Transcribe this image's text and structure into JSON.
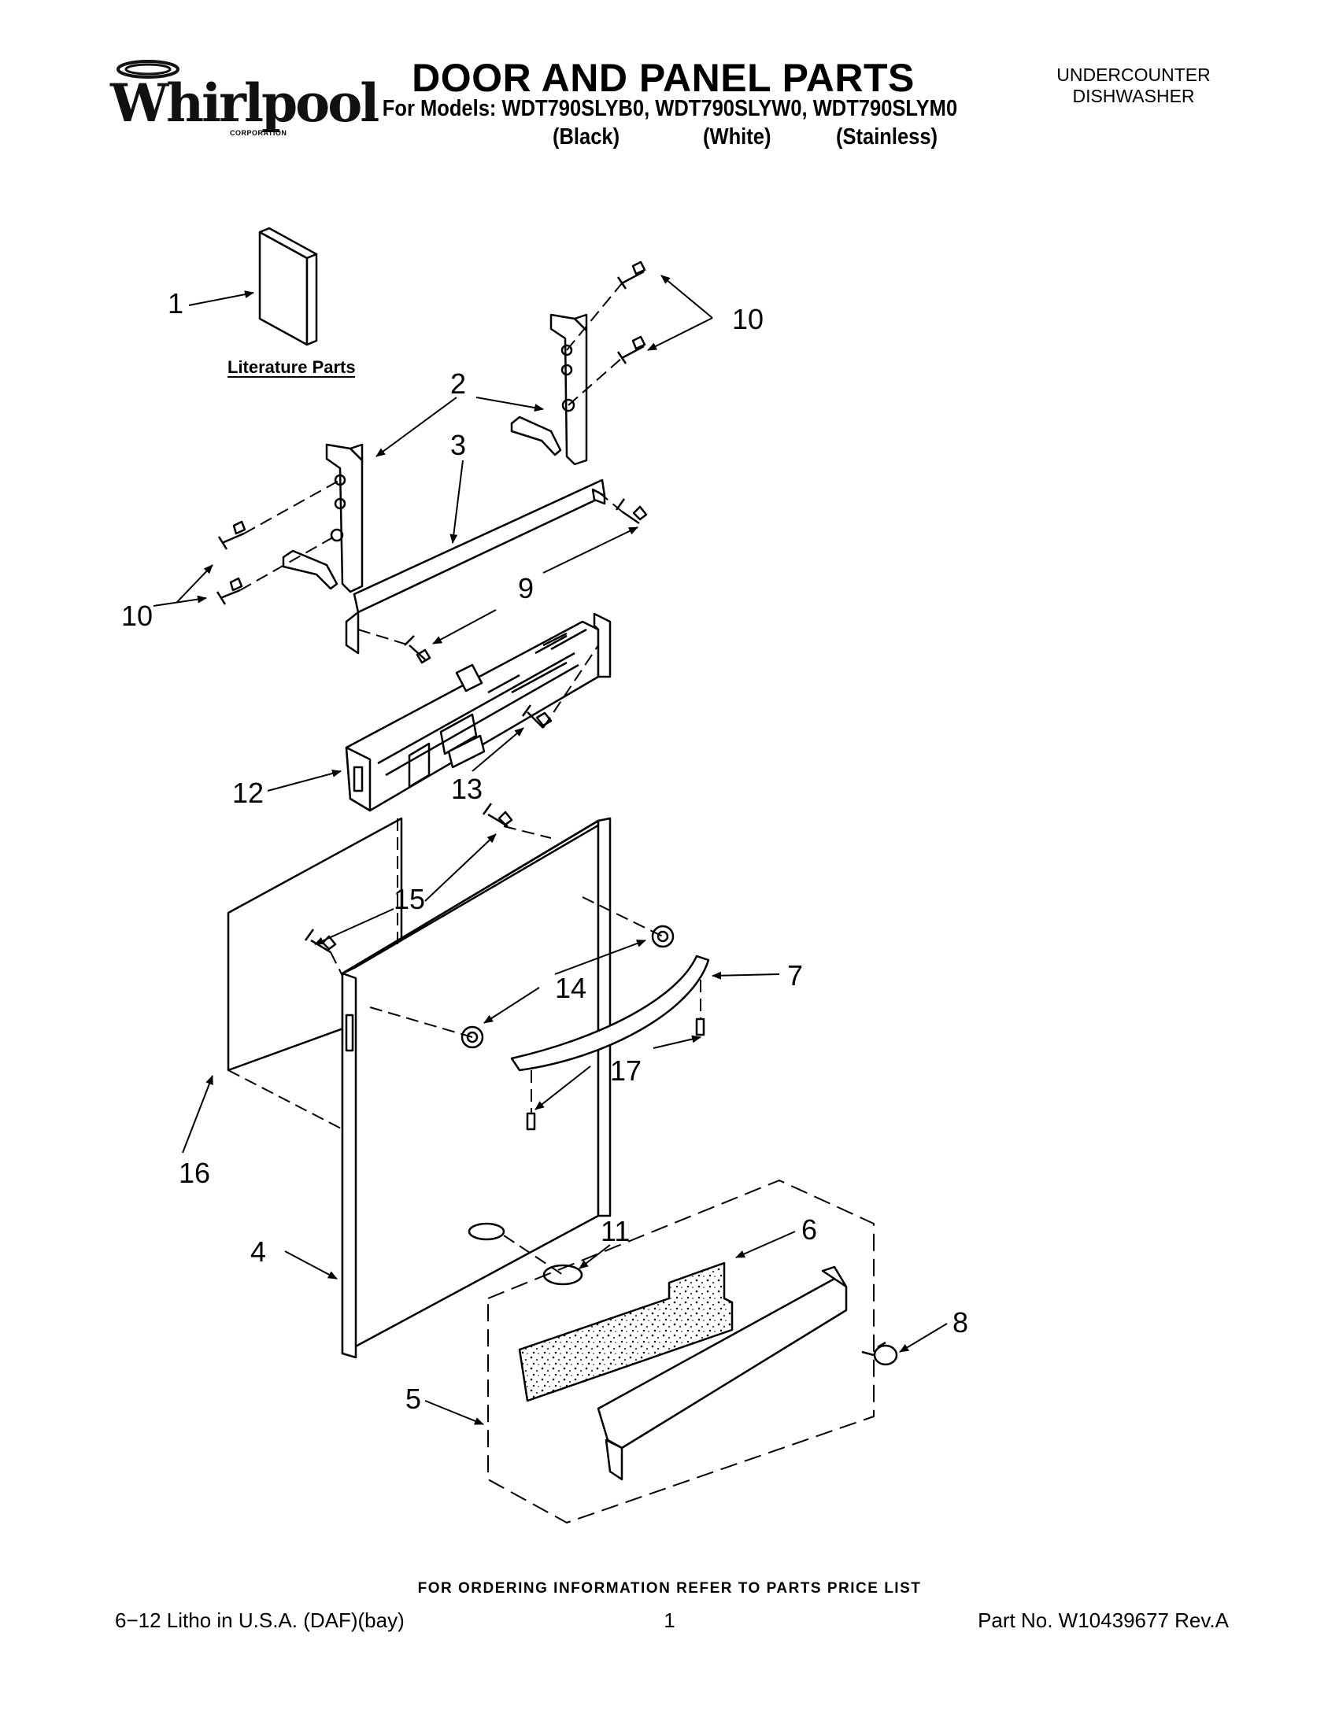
{
  "header": {
    "logo": {
      "wordmark": "Whirlpool",
      "sub": "CORPORATION"
    },
    "title": "DOOR AND PANEL PARTS",
    "models_line": "For Models: WDT790SLYB0, WDT790SLYW0, WDT790SLYM0",
    "variants": [
      "(Black)",
      "(White)",
      "(Stainless)"
    ],
    "product_line1": "UNDERCOUNTER",
    "product_line2": "DISHWASHER"
  },
  "diagram": {
    "literature_label": "Literature Parts",
    "callouts": {
      "c1": "1",
      "c2": "2",
      "c3": "3",
      "c4": "4",
      "c5": "5",
      "c6": "6",
      "c7": "7",
      "c8": "8",
      "c9": "9",
      "c10a": "10",
      "c10b": "10",
      "c11": "11",
      "c12": "12",
      "c13": "13",
      "c14": "14",
      "c15": "15",
      "c16": "16",
      "c17": "17"
    }
  },
  "footer": {
    "ordering_note": "FOR ORDERING INFORMATION REFER TO PARTS PRICE LIST",
    "litho": "6−12  Litho in U.S.A. (DAF)(bay)",
    "page": "1",
    "part_no": "Part No. W10439677 Rev.A"
  }
}
